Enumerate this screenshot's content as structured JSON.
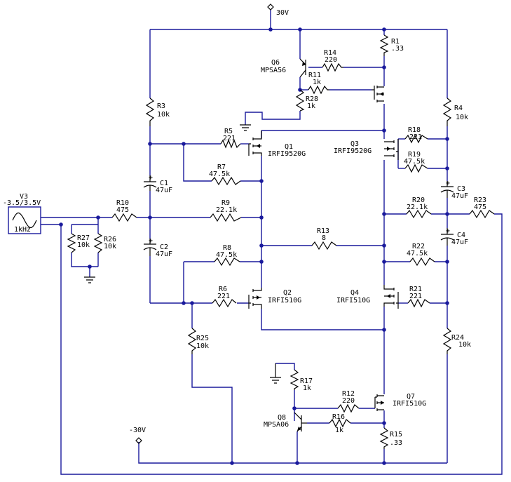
{
  "supply": {
    "pos": "30V",
    "neg": "-30V"
  },
  "source": {
    "name": "V3",
    "amplitude": "-3.5/3.5V",
    "freq": "1kHz"
  },
  "resistors": {
    "R1": {
      "name": "R1",
      "value": ".33"
    },
    "R3": {
      "name": "R3",
      "value": "10k"
    },
    "R4": {
      "name": "R4",
      "value": "10k"
    },
    "R5": {
      "name": "R5",
      "value": "221"
    },
    "R6": {
      "name": "R6",
      "value": "221"
    },
    "R7": {
      "name": "R7",
      "value": "47.5k"
    },
    "R8": {
      "name": "R8",
      "value": "47.5k"
    },
    "R9": {
      "name": "R9",
      "value": "22.1k"
    },
    "R10": {
      "name": "R10",
      "value": "475"
    },
    "R11": {
      "name": "R11",
      "value": "1k"
    },
    "R12": {
      "name": "R12",
      "value": "220"
    },
    "R13": {
      "name": "R13",
      "value": "8"
    },
    "R14": {
      "name": "R14",
      "value": "220"
    },
    "R15": {
      "name": "R15",
      "value": ".33"
    },
    "R16": {
      "name": "R16",
      "value": "1k"
    },
    "R17": {
      "name": "R17",
      "value": "1k"
    },
    "R18": {
      "name": "R18",
      "value": "221"
    },
    "R19": {
      "name": "R19",
      "value": "47.5k"
    },
    "R20": {
      "name": "R20",
      "value": "22.1k"
    },
    "R21": {
      "name": "R21",
      "value": "221"
    },
    "R22": {
      "name": "R22",
      "value": "47.5k"
    },
    "R23": {
      "name": "R23",
      "value": "475"
    },
    "R24": {
      "name": "R24",
      "value": "10k"
    },
    "R25": {
      "name": "R25",
      "value": "10k"
    },
    "R26": {
      "name": "R26",
      "value": "10k"
    },
    "R27": {
      "name": "R27",
      "value": "10k"
    },
    "R28": {
      "name": "R28",
      "value": "1k"
    }
  },
  "capacitors": {
    "C1": {
      "name": "C1",
      "value": "47uF"
    },
    "C2": {
      "name": "C2",
      "value": "47uF"
    },
    "C3": {
      "name": "C3",
      "value": "47uF"
    },
    "C4": {
      "name": "C4",
      "value": "47uF"
    }
  },
  "transistors": {
    "Q1": {
      "name": "Q1",
      "part": "IRFI9520G"
    },
    "Q2": {
      "name": "Q2",
      "part": "IRFI510G"
    },
    "Q3": {
      "name": "Q3",
      "part": "IRFI9520G"
    },
    "Q4": {
      "name": "Q4",
      "part": "IRFI510G"
    },
    "Q6": {
      "name": "Q6",
      "part": "MPSA56"
    },
    "Q7": {
      "name": "Q7",
      "part": "IRFI510G"
    },
    "Q8": {
      "name": "Q8",
      "part": "MPSA06"
    }
  }
}
